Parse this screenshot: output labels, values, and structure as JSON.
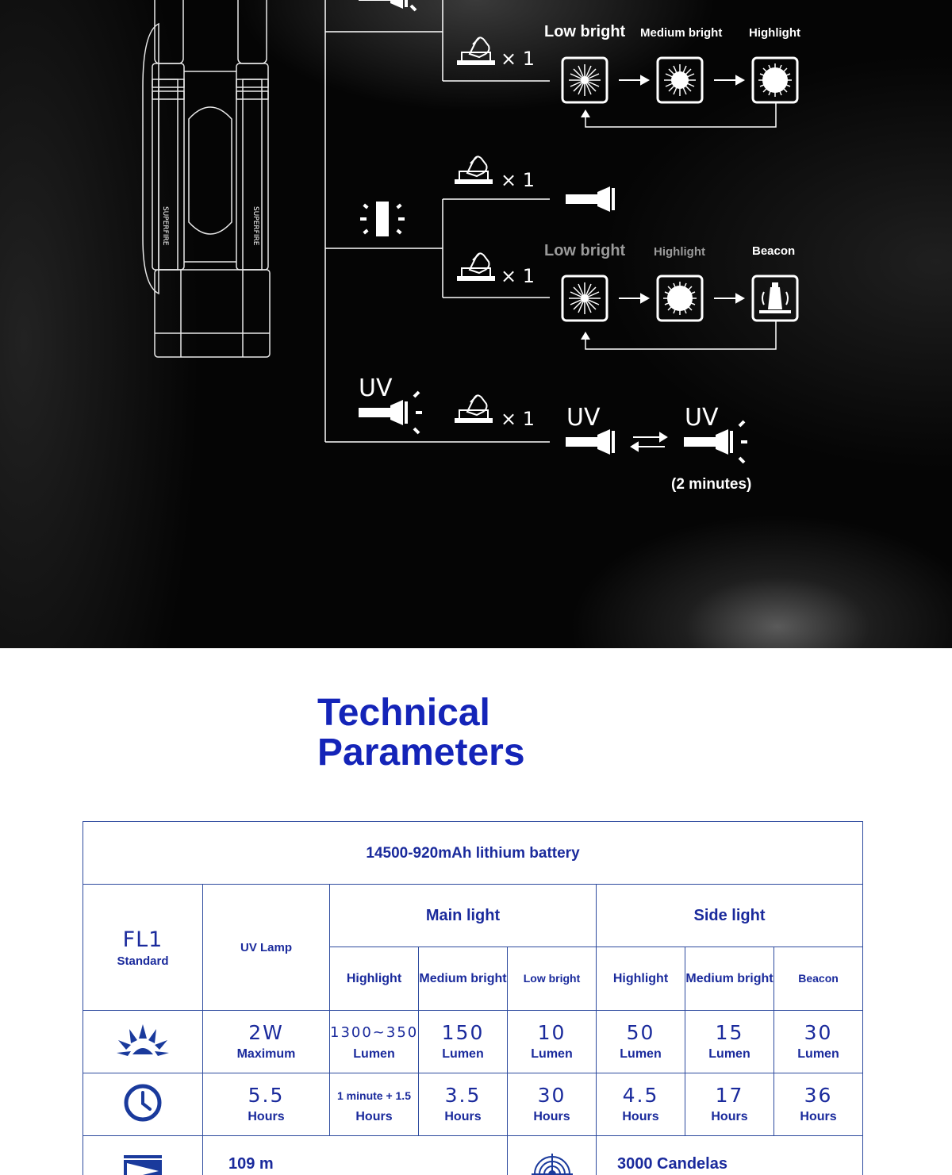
{
  "colors": {
    "accent": "#1424b8",
    "table_text": "#1a2a9c",
    "table_border": "#2d4a9e",
    "dark_bg": "#050505"
  },
  "diagram": {
    "press_count": "× 1",
    "main_modes": {
      "low": "Low bright",
      "medium": "Medium bright",
      "high": "Highlight"
    },
    "side_modes": {
      "low": "Low bright",
      "high": "Highlight",
      "beacon": "Beacon"
    },
    "uv_label": "UV",
    "uv_timer_note": "(2 minutes)"
  },
  "title": {
    "line1": "Technical",
    "line2": "Parameters"
  },
  "table": {
    "battery": "14500-920mAh lithium battery",
    "model": "FL1",
    "model_sub": "Standard",
    "uv_lamp": "UV Lamp",
    "main_light": "Main light",
    "side_light": "Side light",
    "sub_headers": [
      "Highlight",
      "Medium bright",
      "Low bright",
      "Highlight",
      "Medium bright",
      "Beacon"
    ],
    "lumen_row": {
      "uv_value": "2W",
      "uv_unit": "Maximum",
      "cells": [
        {
          "value": "1300~350",
          "unit": "Lumen"
        },
        {
          "value": "150",
          "unit": "Lumen"
        },
        {
          "value": "10",
          "unit": "Lumen"
        },
        {
          "value": "50",
          "unit": "Lumen"
        },
        {
          "value": "15",
          "unit": "Lumen"
        },
        {
          "value": "30",
          "unit": "Lumen"
        }
      ]
    },
    "time_row": {
      "uv_value": "5.5",
      "uv_unit": "Hours",
      "cells": [
        {
          "value": "1 minute + 1.5",
          "unit": "Hours"
        },
        {
          "value": "3.5",
          "unit": "Hours"
        },
        {
          "value": "30",
          "unit": "Hours"
        },
        {
          "value": "4.5",
          "unit": "Hours"
        },
        {
          "value": "17",
          "unit": "Hours"
        },
        {
          "value": "36",
          "unit": "Hours"
        }
      ]
    },
    "distance": "109 m",
    "intensity": "3000 Candelas"
  },
  "icons": [
    "flashlight-beam-icon",
    "finger-press-icon",
    "sun-low-icon",
    "sun-medium-icon",
    "sun-high-icon",
    "side-light-icon",
    "beacon-icon",
    "uv-flashlight-icon",
    "swap-arrows-icon",
    "brightness-icon",
    "clock-icon",
    "distance-icon",
    "target-icon"
  ]
}
